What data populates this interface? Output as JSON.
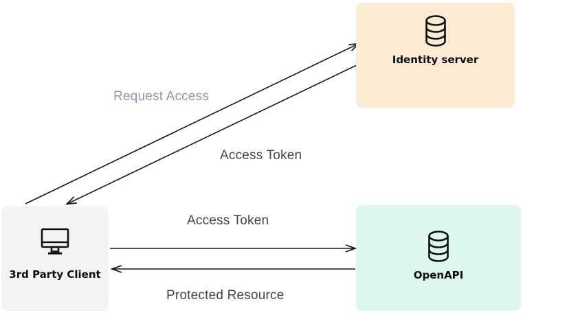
{
  "diagram": {
    "background": "#ffffff",
    "arrow_color": "#161616",
    "nodes": [
      {
        "id": "identity-server",
        "label": "Identity server",
        "icon": "database-icon",
        "bg": "#faebd2"
      },
      {
        "id": "third-party-client",
        "label": "3rd Party Client",
        "icon": "monitor-icon",
        "bg": "#f4f4f4"
      },
      {
        "id": "openapi",
        "label": "OpenAPI",
        "icon": "database-icon",
        "bg": "#ddf6ef"
      }
    ],
    "edges": [
      {
        "label": "Request Access",
        "from": "third-party-client",
        "to": "identity-server",
        "label_color": "#8b99a6"
      },
      {
        "label": "Access Token",
        "from": "identity-server",
        "to": "third-party-client",
        "label_color": "#3e4650"
      },
      {
        "label": "Access Token",
        "from": "third-party-client",
        "to": "openapi",
        "label_color": "#3e4650"
      },
      {
        "label": "Protected Resource",
        "from": "openapi",
        "to": "third-party-client",
        "label_color": "#3e4650"
      }
    ]
  }
}
